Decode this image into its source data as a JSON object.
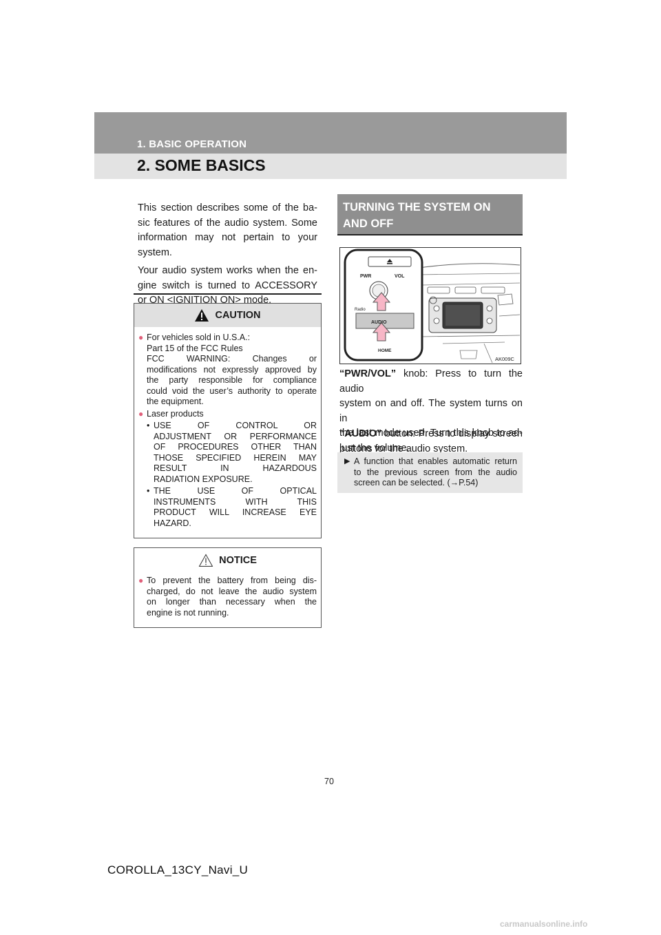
{
  "header": {
    "section": "1. BASIC OPERATION",
    "title": "2. SOME BASICS"
  },
  "intro": {
    "lines1": [
      "This section describes some of the ba-",
      "sic features of the audio system. Some",
      "information may not pertain to your",
      "system."
    ],
    "lines2": [
      "Your audio system works when the en-",
      "gine switch is turned to ACCESSORY",
      "or ON <IGNITION ON> mode."
    ]
  },
  "caution": {
    "heading": "CAUTION",
    "item1": {
      "lines": [
        "For vehicles sold in U.S.A.:",
        "Part 15 of the FCC Rules",
        "FCC WARNING: Changes or",
        "modifications not expressly approved by",
        "the party responsible for compliance",
        "could void the user’s authority to operate",
        "the equipment."
      ]
    },
    "item2": {
      "label": "Laser products",
      "sub1": [
        "USE OF CONTROL OR",
        "ADJUSTMENT OR PERFORMANCE",
        "OF PROCEDURES OTHER THAN",
        "THOSE SPECIFIED HEREIN MAY",
        "RESULT IN HAZARDOUS",
        "RADIATION EXPOSURE."
      ],
      "sub2": [
        "THE USE OF OPTICAL",
        "INSTRUMENTS WITH THIS",
        "PRODUCT WILL INCREASE EYE",
        "HAZARD."
      ]
    }
  },
  "notice": {
    "heading": "NOTICE",
    "lines": [
      "To prevent the battery from being dis-",
      "charged, do not leave the audio system",
      "on longer than necessary when the",
      "engine is not running."
    ]
  },
  "turning": {
    "heading_line1": "TURNING THE SYSTEM ON",
    "heading_line2": "AND OFF",
    "figure": {
      "label_pwr": "PWR",
      "label_vol": "VOL",
      "label_audio": "AUDIO",
      "label_home": "HOME",
      "label_radio": "Radio",
      "code": "AK009C"
    },
    "para1": {
      "key": "“PWR/VOL”",
      "lines": [
        " knob: Press to turn the audio",
        "system on and off. The system turns on in",
        "the last mode used. Turn this knob to ad-",
        "just the volume."
      ]
    },
    "para2": {
      "key": "“AUDIO”",
      "lines": [
        " button: Press to display screen",
        "buttons for the audio system."
      ]
    },
    "note": {
      "lines": [
        "A function that enables automatic return",
        "to the previous screen from the audio",
        "screen can be selected. (→P.54)"
      ]
    }
  },
  "page_number": "70",
  "footer_code": "COROLLA_13CY_Navi_U",
  "watermark": "carmanualsonline.info",
  "colors": {
    "header_dark": "#9a9a9a",
    "header_light": "#e3e3e3",
    "bullet": "#e0607a",
    "arrow": "#f7b6c6"
  }
}
